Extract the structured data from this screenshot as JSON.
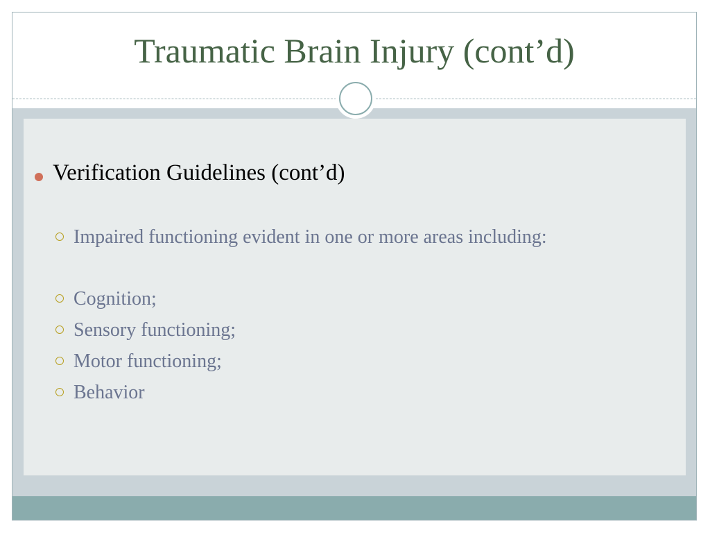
{
  "slide": {
    "title": "Traumatic Brain Injury (cont’d)",
    "bullets": {
      "level1": "Verification Guidelines (cont’d)",
      "intro": "Impaired functioning evident in one or more areas including:",
      "items": [
        "Cognition;",
        "Sensory functioning;",
        "Motor functioning;",
        "Behavior"
      ]
    }
  },
  "theme": {
    "title_color": "#466346",
    "accent_bullet": "#d0705a",
    "sub_bullet": "#b8a022",
    "band": "#c9d3d8",
    "panel": "#e8ecec",
    "footer": "#8aacad"
  },
  "icons": {
    "level1_bullet": "filled-circle-bullet-icon",
    "level2_bullet": "hollow-circle-bullet-icon",
    "ornament": "ring-ornament-icon"
  }
}
